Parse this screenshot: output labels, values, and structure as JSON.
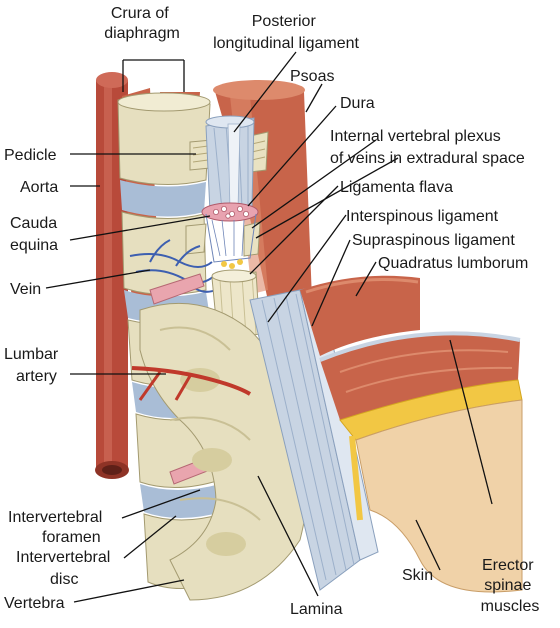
{
  "labels": {
    "crura": [
      "Crura of",
      "diaphragm"
    ],
    "posterior_ligament": [
      "Posterior",
      "longitudinal ligament"
    ],
    "psoas": "Psoas",
    "dura": "Dura",
    "plexus": [
      "Internal vertebral plexus",
      "of veins in extradural space"
    ],
    "pedicle": "Pedicle",
    "aorta": "Aorta",
    "ligamenta_flava": "Ligamenta flava",
    "cauda_equina": [
      "Cauda",
      "equina"
    ],
    "interspinous": "Interspinous ligament",
    "supraspinous": "Supraspinous ligament",
    "quadratus": "Quadratus lumborum",
    "vein": "Vein",
    "lumbar_artery": [
      "Lumbar",
      "artery"
    ],
    "intervertebral_foramen": [
      "Intervertebral",
      "foramen"
    ],
    "intervertebral_disc": [
      "Intervertebral",
      "disc"
    ],
    "vertebra": "Vertebra",
    "skin": "Skin",
    "erector": [
      "Erector",
      "spinae",
      "muscles"
    ],
    "lamina": "Lamina"
  },
  "colors": {
    "bone": "#e6dfbf",
    "bone_shade": "#c9c095",
    "muscle": "#c8644a",
    "muscle_light": "#dd8a6c",
    "aorta": "#b84a3a",
    "ligament": "#c8d4e3",
    "disc": "#a9bdd6",
    "fat": "#f2c744",
    "skin": "#f0d2a8",
    "vein": "#3d5fb0",
    "artery": "#c0392b"
  }
}
